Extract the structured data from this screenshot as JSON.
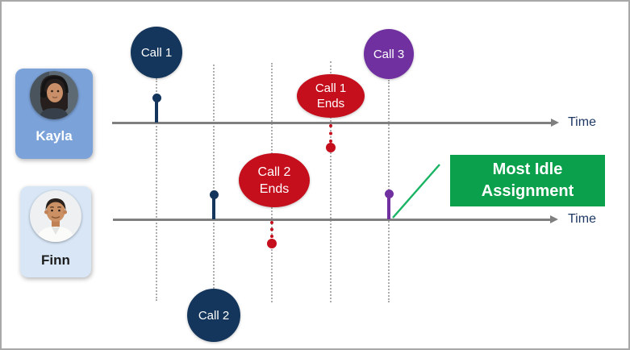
{
  "frame": {
    "background": "#FFFFFF",
    "border_color": "#A8A8A8"
  },
  "people": [
    {
      "name": "Kayla",
      "card_color": "#7BA2D9",
      "name_color": "#FFFFFF",
      "avatar": "woman-with-headset-photo"
    },
    {
      "name": "Finn",
      "card_color": "#D8E6F6",
      "name_color": "#1C1C1C",
      "avatar": "man-portrait-photo"
    }
  ],
  "time_axis": {
    "label": "Time",
    "label_color": "#1F3864",
    "line_color": "#7F7F7F"
  },
  "events": [
    {
      "id": "call-1",
      "label": "Call 1",
      "lane": "kayla",
      "kind": "incoming-call",
      "color": "#14365C"
    },
    {
      "id": "call-2",
      "label": "Call 2",
      "lane": "finn",
      "kind": "incoming-call",
      "color": "#14365C"
    },
    {
      "id": "call-3",
      "label": "Call 3",
      "lane": "finn",
      "kind": "incoming-call",
      "color": "#7030A0"
    },
    {
      "id": "call-1-ends",
      "label": "Call 1 Ends",
      "lane": "kayla",
      "kind": "call-end",
      "color": "#C50F1C"
    },
    {
      "id": "call-2-ends",
      "label": "Call 2 Ends",
      "lane": "finn",
      "kind": "call-end",
      "color": "#C50F1C"
    }
  ],
  "annotation": {
    "label": "Most Idle Assignment",
    "box_color": "#0BA04B",
    "text_color": "#FFFFFF",
    "connector_color": "#18B463"
  },
  "guides": {
    "style": "dotted",
    "color": "#ADADAD",
    "count": 5
  }
}
